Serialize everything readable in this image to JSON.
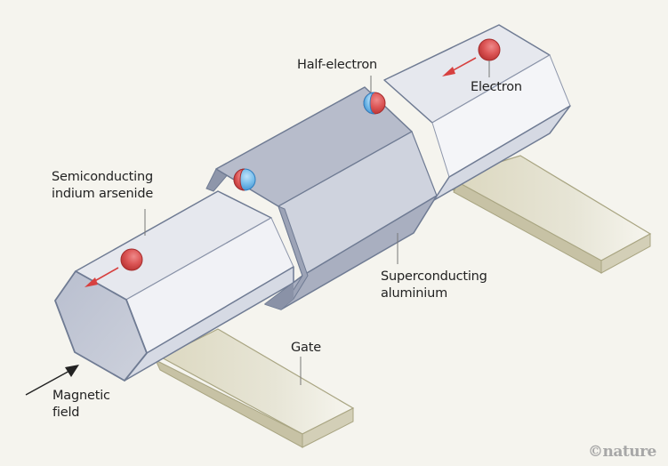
{
  "figure": {
    "subject": "Majorana nanowire device schematic",
    "labels": {
      "half_electron": "Half-electron",
      "electron": "Electron",
      "semiconducting": "Semiconducting\nindium arsenide",
      "superconducting": "Superconducting\naluminium",
      "gate": "Gate",
      "magnetic_field": "Magnetic\nfield"
    },
    "credit": "©nature"
  },
  "colors": {
    "background": "#f5f4ee",
    "wire_light": "#eef0f5",
    "wire_mid": "#dcdfe8",
    "wire_face": "#bfc4d2",
    "wire_outline": "#6f7b93",
    "shell_top": "#b7bccb",
    "shell_front": "#cfd3de",
    "shell_bottom": "#a6acbd",
    "gate_top": "#e4e1cf",
    "gate_side": "#c7c2a5",
    "gate_dark": "#a9a582",
    "electron_red": "#d9494b",
    "half_blue": "#67b3e6",
    "arrow_red": "#d7403f",
    "leader": "#777777",
    "text": "#222222",
    "credit": "#a7a7a7"
  }
}
